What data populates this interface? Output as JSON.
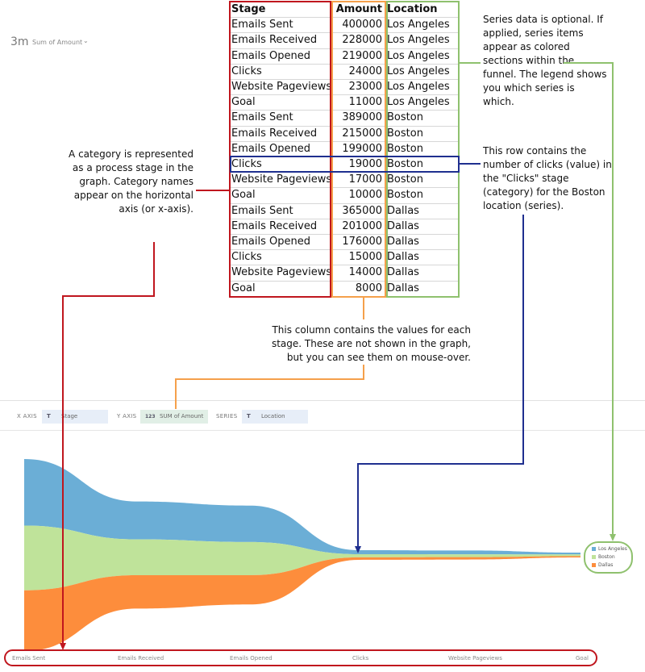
{
  "table": {
    "headers": [
      "Stage",
      "Amount",
      "Location"
    ],
    "rows": [
      [
        "Emails Sent",
        "400000",
        "Los Angeles"
      ],
      [
        "Emails Received",
        "228000",
        "Los Angeles"
      ],
      [
        "Emails Opened",
        "219000",
        "Los Angeles"
      ],
      [
        "Clicks",
        "24000",
        "Los Angeles"
      ],
      [
        "Website Pageviews",
        "23000",
        "Los Angeles"
      ],
      [
        "Goal",
        "11000",
        "Los Angeles"
      ],
      [
        "Emails Sent",
        "389000",
        "Boston"
      ],
      [
        "Emails Received",
        "215000",
        "Boston"
      ],
      [
        "Emails Opened",
        "199000",
        "Boston"
      ],
      [
        "Clicks",
        "19000",
        "Boston"
      ],
      [
        "Website Pageviews",
        "17000",
        "Boston"
      ],
      [
        "Goal",
        "10000",
        "Boston"
      ],
      [
        "Emails Sent",
        "365000",
        "Dallas"
      ],
      [
        "Emails Received",
        "201000",
        "Dallas"
      ],
      [
        "Emails Opened",
        "176000",
        "Dallas"
      ],
      [
        "Clicks",
        "15000",
        "Dallas"
      ],
      [
        "Website Pageviews",
        "14000",
        "Dallas"
      ],
      [
        "Goal",
        "8000",
        "Dallas"
      ]
    ]
  },
  "annotations": {
    "series_note": [
      "Series data is optional. If",
      "applied, series items",
      "appear as colored",
      "sections within the",
      "funnel. The legend shows",
      "you which series is",
      "which."
    ],
    "row_note": [
      "This row contains the",
      "number of clicks (value) in",
      "the \"Clicks\" stage",
      "(category) for the Boston",
      "location (series)."
    ],
    "category_note": [
      "A category is represented",
      "as a process stage in the",
      "graph. Category names",
      "appear on the horizontal",
      "axis (or x-axis)."
    ],
    "value_note": [
      "This column contains the values for each",
      "stage. These are not shown in the graph,",
      "but you can see them on mouse-over."
    ]
  },
  "toolbar": {
    "x_axis_label": "X AXIS",
    "x_field_glyph": "T",
    "x_field": "Stage",
    "y_axis_label": "Y AXIS",
    "y_field_glyph": "123",
    "y_field": "SUM of Amount",
    "series_label": "SERIES",
    "series_glyph": "T",
    "series_field": "Location"
  },
  "chart_header": {
    "max_value": "3m",
    "measure": "Sum of Amount"
  },
  "colors": {
    "los_angeles": "#6baed6",
    "boston": "#bfe39a",
    "dallas": "#fd8d3c",
    "annotation_red": "#c0161e",
    "annotation_orange": "#f5a04b",
    "annotation_green": "#8fc16e",
    "annotation_navy": "#1f2f8f"
  },
  "chart_data": {
    "type": "area",
    "categories": [
      "Emails Sent",
      "Emails Received",
      "Emails Opened",
      "Clicks",
      "Website Pageviews",
      "Goal"
    ],
    "series": [
      {
        "name": "Los Angeles",
        "values": [
          400000,
          228000,
          219000,
          24000,
          23000,
          11000
        ],
        "color": "#6baed6"
      },
      {
        "name": "Boston",
        "values": [
          389000,
          215000,
          199000,
          19000,
          17000,
          10000
        ],
        "color": "#bfe39a"
      },
      {
        "name": "Dallas",
        "values": [
          365000,
          201000,
          176000,
          15000,
          14000,
          8000
        ],
        "color": "#fd8d3c"
      }
    ],
    "stacking": "centered funnel",
    "ylabel": "Sum of Amount",
    "xlabel": "",
    "legend": "right",
    "grid": false
  }
}
